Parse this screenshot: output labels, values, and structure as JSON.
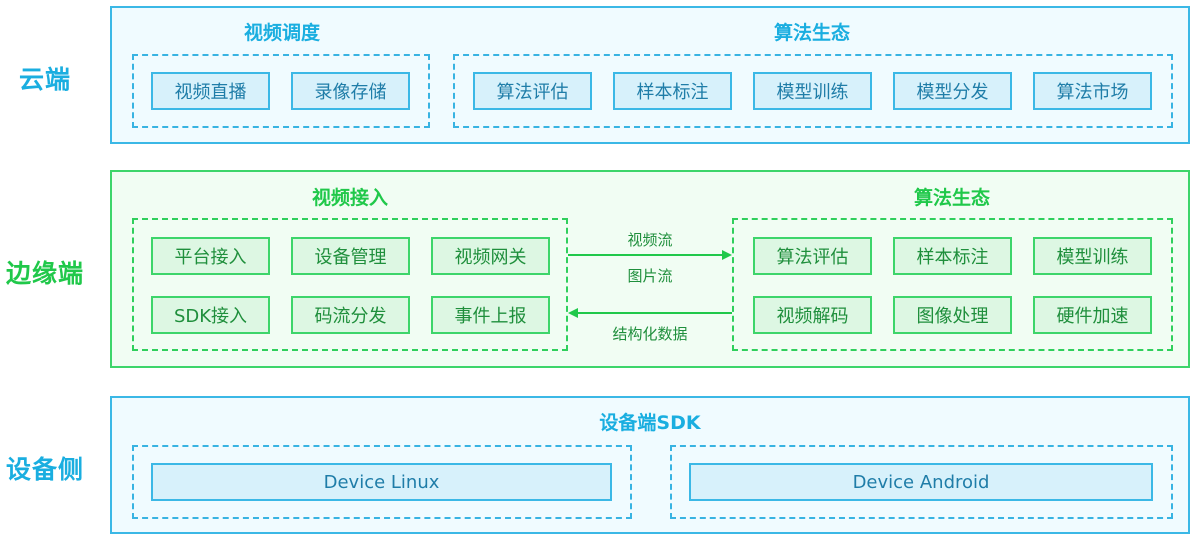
{
  "cloud": {
    "label": "云端",
    "video_group": {
      "title": "视频调度",
      "items": [
        "视频直播",
        "录像存储"
      ]
    },
    "algo_group": {
      "title": "算法生态",
      "items": [
        "算法评估",
        "样本标注",
        "模型训练",
        "模型分发",
        "算法市场"
      ]
    }
  },
  "edge": {
    "label": "边缘端",
    "video_group": {
      "title": "视频接入",
      "items": [
        "平台接入",
        "设备管理",
        "视频网关",
        "SDK接入",
        "码流分发",
        "事件上报"
      ]
    },
    "algo_group": {
      "title": "算法生态",
      "items": [
        "算法评估",
        "样本标注",
        "模型训练",
        "视频解码",
        "图像处理",
        "硬件加速"
      ]
    },
    "flows": {
      "forward_1": "视频流",
      "forward_2": "图片流",
      "backward": "结构化数据"
    }
  },
  "device": {
    "label": "设备侧",
    "sdk_title": "设备端SDK",
    "linux": "Device Linux",
    "android": "Device Android"
  },
  "colors": {
    "cloud": "#1aaee0",
    "edge": "#20c84a"
  }
}
